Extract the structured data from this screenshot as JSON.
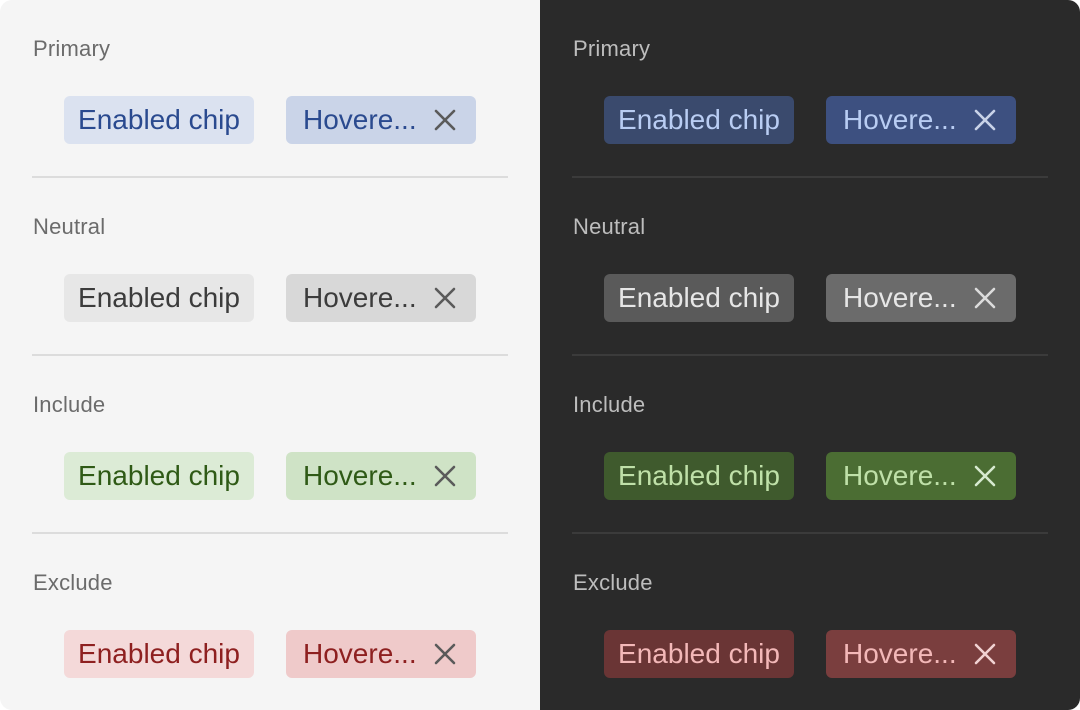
{
  "themes": [
    {
      "id": "light",
      "sections": [
        {
          "title": "Primary",
          "enabled_label": "Enabled chip",
          "hovered_label": "Hovere...",
          "enabled_bg": "#dbe2f0",
          "hovered_bg": "#cad4e8",
          "text": "#2a4a8f",
          "icon": "#5a5a5a"
        },
        {
          "title": "Neutral",
          "enabled_bg": "#e7e7e7",
          "hovered_bg": "#d8d8d8",
          "enabled_label": "Enabled chip",
          "hovered_label": "Hovere...",
          "text": "#3c3c3c",
          "icon": "#5a5a5a"
        },
        {
          "title": "Include",
          "enabled_label": "Enabled chip",
          "hovered_label": "Hovere...",
          "enabled_bg": "#dcebd6",
          "hovered_bg": "#cfe3c6",
          "text": "#2f5a16",
          "icon": "#5a5a5a"
        },
        {
          "title": "Exclude",
          "enabled_label": "Enabled chip",
          "hovered_label": "Hovere...",
          "enabled_bg": "#f4d9d9",
          "hovered_bg": "#efcaca",
          "text": "#8e2020",
          "icon": "#5a5a5a"
        }
      ]
    },
    {
      "id": "dark",
      "sections": [
        {
          "title": "Primary",
          "enabled_label": "Enabled chip",
          "hovered_label": "Hovere...",
          "enabled_bg": "#3a4a6d",
          "hovered_bg": "#3d5080",
          "text": "#b9cdf3",
          "icon": "#c9d3e8"
        },
        {
          "title": "Neutral",
          "enabled_label": "Enabled chip",
          "hovered_label": "Hovere...",
          "enabled_bg": "#5a5a5a",
          "hovered_bg": "#6b6b6b",
          "text": "#e6e6e6",
          "icon": "#dcdcdc"
        },
        {
          "title": "Include",
          "enabled_label": "Enabled chip",
          "hovered_label": "Hovere...",
          "enabled_bg": "#3f5a2d",
          "hovered_bg": "#4b6d33",
          "text": "#bfe0a8",
          "icon": "#d7ead0"
        },
        {
          "title": "Exclude",
          "enabled_label": "Enabled chip",
          "hovered_label": "Hovere...",
          "enabled_bg": "#6a3535",
          "hovered_bg": "#7a3e3e",
          "text": "#f3b8b8",
          "icon": "#f0d2d2"
        }
      ]
    }
  ],
  "icons": {
    "close": "close-icon"
  }
}
